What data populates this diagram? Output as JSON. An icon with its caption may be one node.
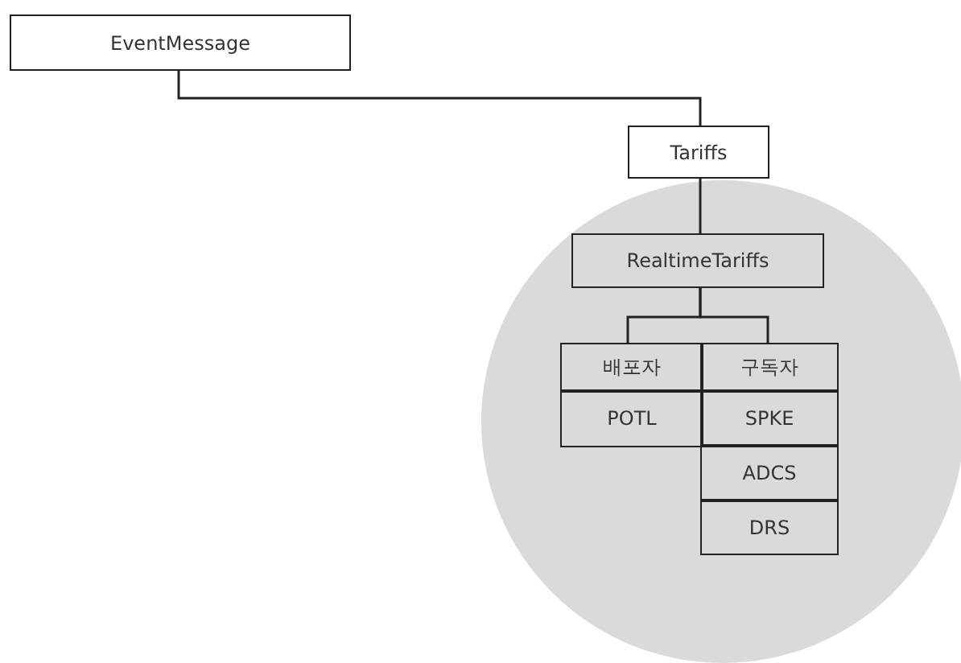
{
  "diagram": {
    "nodes": [
      {
        "text": [
          "EventMessage"
        ]
      },
      {
        "text": [
          "Tariffs"
        ]
      },
      {
        "text": [],
        "shape": "circle"
      },
      {
        "text": [
          "RealtimeTariffs"
        ],
        "in": 2
      },
      {
        "text": [
          "배포자"
        ],
        "in": 2
      },
      {
        "text": [
          "POTL"
        ],
        "in": 2
      },
      {
        "text": [
          "구독자"
        ],
        "in": 2
      },
      {
        "text": [
          "SPKE"
        ],
        "in": 2
      },
      {
        "text": [
          "ADCS"
        ],
        "in": 2
      },
      {
        "text": [
          "DRS"
        ],
        "in": 2
      }
    ],
    "edges": [
      {
        "from": 0,
        "to": 1,
        "arrow": "none"
      },
      {
        "from": 1,
        "to": 3,
        "arrow": "none"
      },
      {
        "from": 3,
        "to": 4,
        "arrow": "none"
      },
      {
        "from": 3,
        "to": 6,
        "arrow": "none"
      }
    ]
  }
}
